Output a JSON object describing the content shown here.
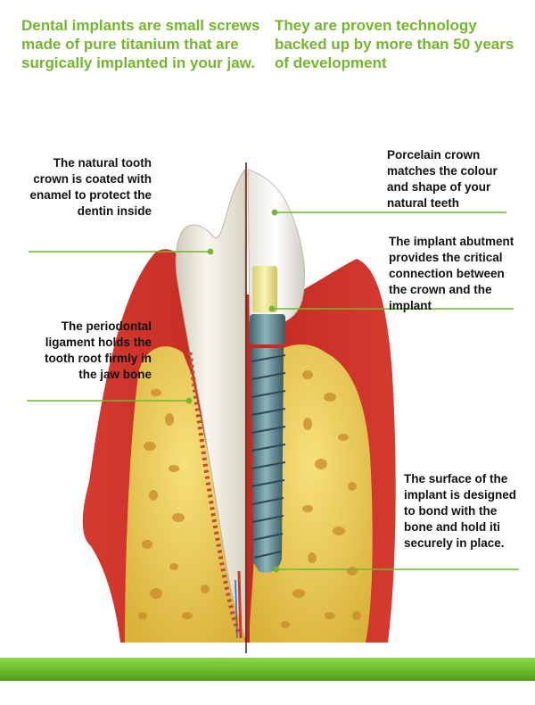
{
  "headlines": {
    "left": "Dental implants are small screws made of pure titanium that are surgically implanted in your jaw.",
    "right": "They are proven technology backed up by more than 50 years of development"
  },
  "labels": {
    "natural_crown": "The natural tooth crown is coated with enamel to protect the dentin inside",
    "ligament": "The periodontal ligament holds the tooth root firmly in the jaw bone",
    "porcelain_crown": "Porcelain crown matches the colour and shape of your natural teeth",
    "abutment": "The implant abutment provides the critical connection between the crown and the implant",
    "implant_surface": "The surface of the implant is designed to bond with the bone and hold iti securely in place."
  },
  "colors": {
    "accent_green": "#74b62e",
    "gum_red": "#c9322a",
    "bone_yellow": "#e8c94a",
    "implant_steel": "#5f8690"
  }
}
